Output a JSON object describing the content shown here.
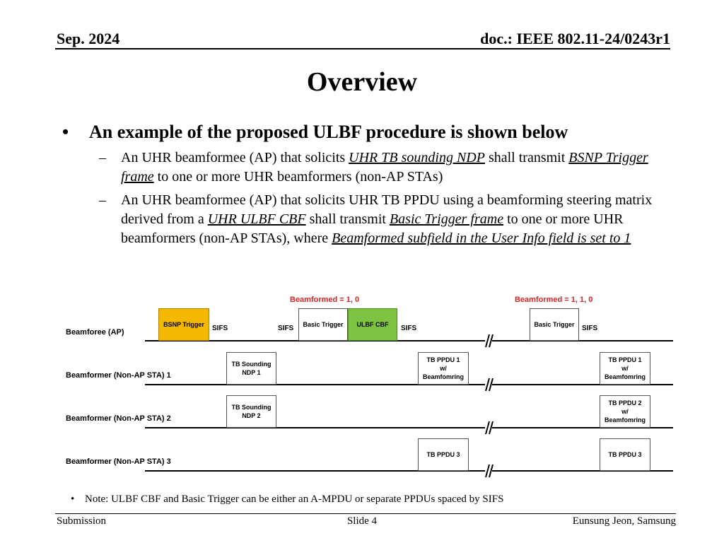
{
  "header": {
    "date": "Sep. 2024",
    "doc": "doc.: IEEE 802.11-24/0243r1"
  },
  "title": "Overview",
  "main_bullet": "An example of the proposed ULBF procedure is shown below",
  "sub_bullets": [
    {
      "p1": "An UHR beamformee (AP) that solicits ",
      "u1": "UHR TB sounding NDP",
      "p2": " shall transmit ",
      "u2": "BSNP Trigger frame",
      "p3": " to one or more UHR beamformers (non-AP STAs)"
    },
    {
      "p1": "An UHR beamformee (AP) that solicits UHR TB PPDU using a beamforming steering matrix derived from a ",
      "u1": "UHR ULBF CBF",
      "p2": " shall transmit ",
      "u2": "Basic Trigger frame",
      "p3": " to one or more UHR beamformers (non-AP STAs), where ",
      "u3": "Beamformed subfield in the User Info field is set to 1"
    }
  ],
  "diagram": {
    "rows": [
      "Beamforee (AP)",
      "Beamformer (Non-AP STA) 1",
      "Beamformer (Non-AP STA) 2",
      "Beamformer (Non-AP STA) 3"
    ],
    "beamformed_labels": [
      "Beamformed = 1, 0",
      "Beamformed = 1, 1, 0"
    ],
    "sifs": "SIFS",
    "boxes": {
      "bsnp_trigger": "BSNP Trigger",
      "basic_trigger_1": "Basic Trigger",
      "ulbf_cbf": "ULBF CBF",
      "basic_trigger_2": "Basic Trigger",
      "tb_sounding_1_a": "TB Sounding",
      "tb_sounding_1_b": "NDP 1",
      "tb_sounding_2_a": "TB Sounding",
      "tb_sounding_2_b": "NDP 2",
      "tb_ppdu1_a_l1": "TB PPDU 1",
      "tb_ppdu1_a_l2": "w/",
      "tb_ppdu1_a_l3": "Beamfomring",
      "tb_ppdu1_b_l1": "TB PPDU 1",
      "tb_ppdu1_b_l2": "w/",
      "tb_ppdu1_b_l3": "Beamfomring",
      "tb_ppdu2_l1": "TB PPDU 2",
      "tb_ppdu2_l2": "w/",
      "tb_ppdu2_l3": "Beamfomring",
      "tb_ppdu3_a": "TB PPDU 3",
      "tb_ppdu3_b": "TB PPDU 3"
    },
    "colors": {
      "bsnp": "#f5b800",
      "cbf": "#7ec242",
      "beamformed_label": "#e02020"
    }
  },
  "note": "Note: ULBF CBF and Basic Trigger can be either an A-MPDU or separate PPDUs spaced by SIFS",
  "footer": {
    "left": "Submission",
    "center": "Slide 4",
    "right": "Eunsung Jeon, Samsung"
  }
}
